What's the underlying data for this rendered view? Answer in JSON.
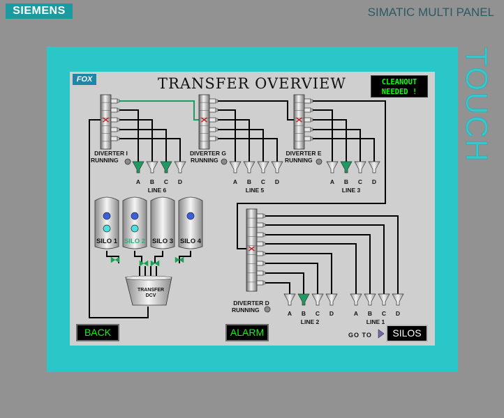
{
  "brand": {
    "name": "SIEMENS",
    "product": "SIMATIC MULTI PANEL",
    "bezel_text": "TOUCH"
  },
  "screen": {
    "badge": "FOX",
    "title": "TRANSFER OVERVIEW",
    "alert": {
      "line1": "CLEANOUT",
      "line2": "NEEDED !"
    }
  },
  "diverters": [
    {
      "name": "DIVERTER I",
      "status": "RUNNING"
    },
    {
      "name": "DIVERTER G",
      "status": "RUNNING"
    },
    {
      "name": "DIVERTER E",
      "status": "RUNNING"
    },
    {
      "name": "DIVERTER D",
      "status": "RUNNING"
    }
  ],
  "lines": [
    {
      "name": "LINE 6",
      "bins": [
        "A",
        "B",
        "C",
        "D"
      ],
      "active": [
        "A",
        "C"
      ]
    },
    {
      "name": "LINE 5",
      "bins": [
        "A",
        "B",
        "C",
        "D"
      ],
      "active": []
    },
    {
      "name": "LINE 3",
      "bins": [
        "A",
        "B",
        "C",
        "D"
      ],
      "active": [
        "B"
      ]
    },
    {
      "name": "LINE 2",
      "bins": [
        "A",
        "B",
        "C",
        "D"
      ],
      "active": [
        "B"
      ]
    },
    {
      "name": "LINE 1",
      "bins": [
        "A",
        "B",
        "C",
        "D"
      ],
      "active": []
    }
  ],
  "silos": [
    {
      "name": "SILO 1",
      "highlight": false
    },
    {
      "name": "SILO 2",
      "highlight": true
    },
    {
      "name": "SILO 3",
      "highlight": false
    },
    {
      "name": "SILO 4",
      "highlight": false
    }
  ],
  "transfer": {
    "line1": "TRANSFER",
    "line2": "DCV"
  },
  "nav": {
    "back": "BACK",
    "alarm": "ALARM",
    "goto": "GO TO",
    "silos": "SILOS"
  },
  "colors": {
    "bezel": "#2ac6c8",
    "brand": "#1b9aa0",
    "active_bin": "#1f9a62",
    "button_text": "#19f219",
    "screen": "#cfcfcf"
  }
}
